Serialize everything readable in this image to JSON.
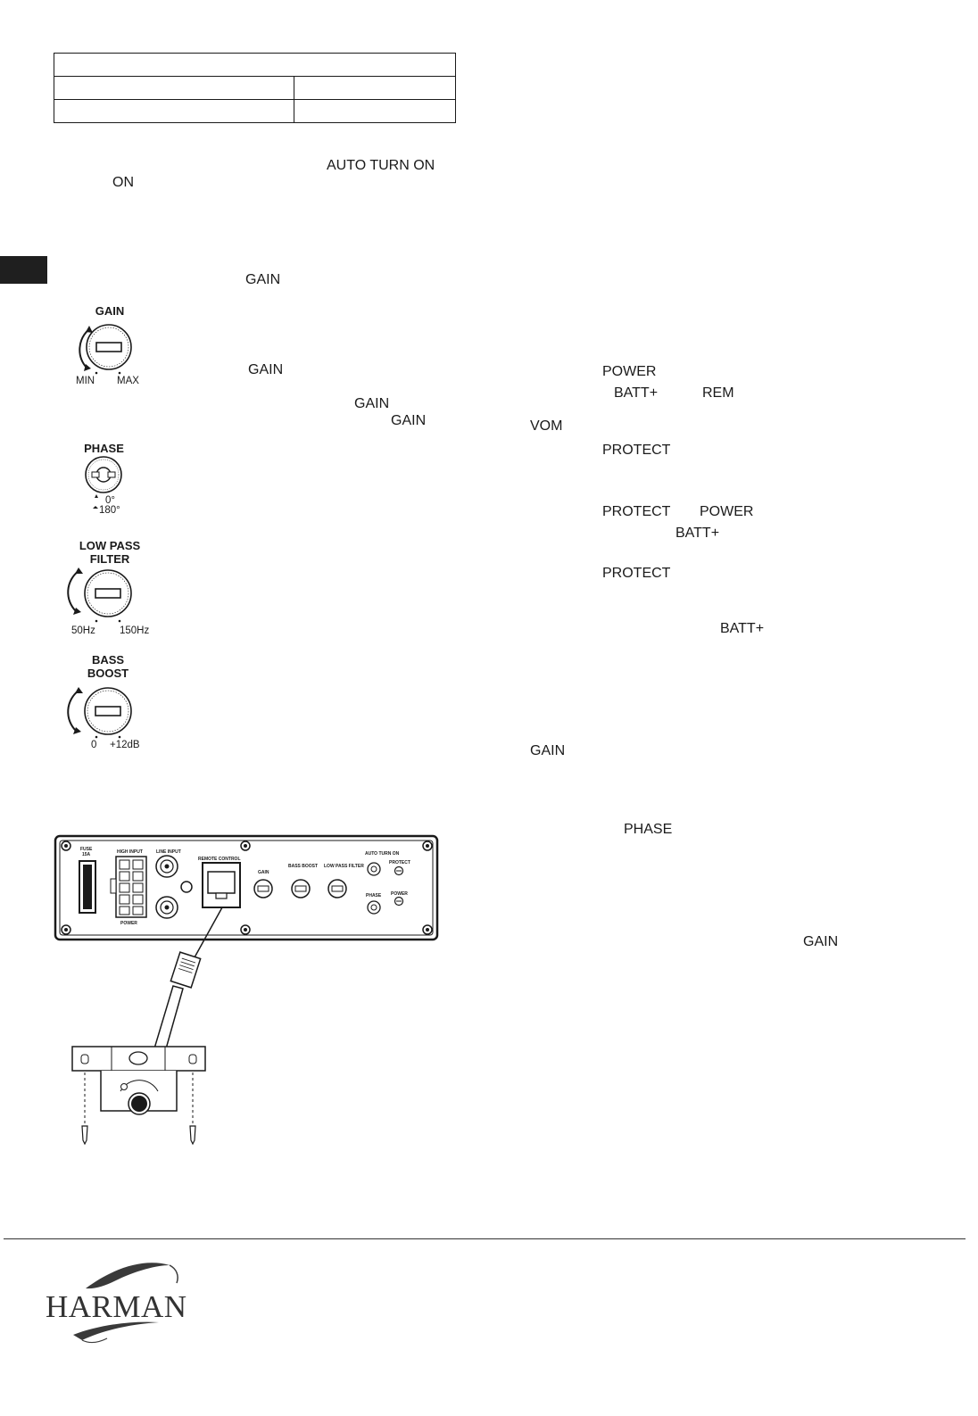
{
  "words": {
    "auto_turn_on": "AUTO TURN ON",
    "on": "ON",
    "gain_1": "GAIN",
    "gain_2": "GAIN",
    "gain_3": "GAIN",
    "gain_4": "GAIN",
    "power_1": "POWER",
    "batt_1": "BATT+",
    "rem": "REM",
    "vom": "VOM",
    "protect_1": "PROTECT",
    "protect_2": "PROTECT",
    "power_2": "POWER",
    "batt_2": "BATT+",
    "protect_3": "PROTECT",
    "batt_3": "BATT+",
    "gain_5": "GAIN",
    "phase": "PHASE",
    "gain_6": "GAIN"
  },
  "controls": {
    "gain": {
      "title": "GAIN",
      "min": "MIN",
      "max": "MAX"
    },
    "phase": {
      "title": "PHASE",
      "opt_0": "0°",
      "opt_180": "180°"
    },
    "low_pass": {
      "title_1": "LOW PASS",
      "title_2": "FILTER",
      "min": "50Hz",
      "max": "150Hz"
    },
    "bass_boost": {
      "title_1": "BASS",
      "title_2": "BOOST",
      "min": "0",
      "max": "+12dB"
    }
  },
  "panel": {
    "fuse": "FUSE",
    "fuse_rating": "15A",
    "high_input": "HIGH INPUT",
    "line_input": "LINE INPUT",
    "remote_control": "REMOTE CONTROL",
    "gain": "GAIN",
    "bass_boost": "BASS BOOST",
    "low_pass_filter": "LOW PASS FILTER",
    "auto_turn_on": "AUTO TURN ON",
    "protect": "PROTECT",
    "phase": "PHASE",
    "power": "POWER",
    "power_bottom": "POWER"
  },
  "brand": {
    "name": "HARMAN"
  }
}
